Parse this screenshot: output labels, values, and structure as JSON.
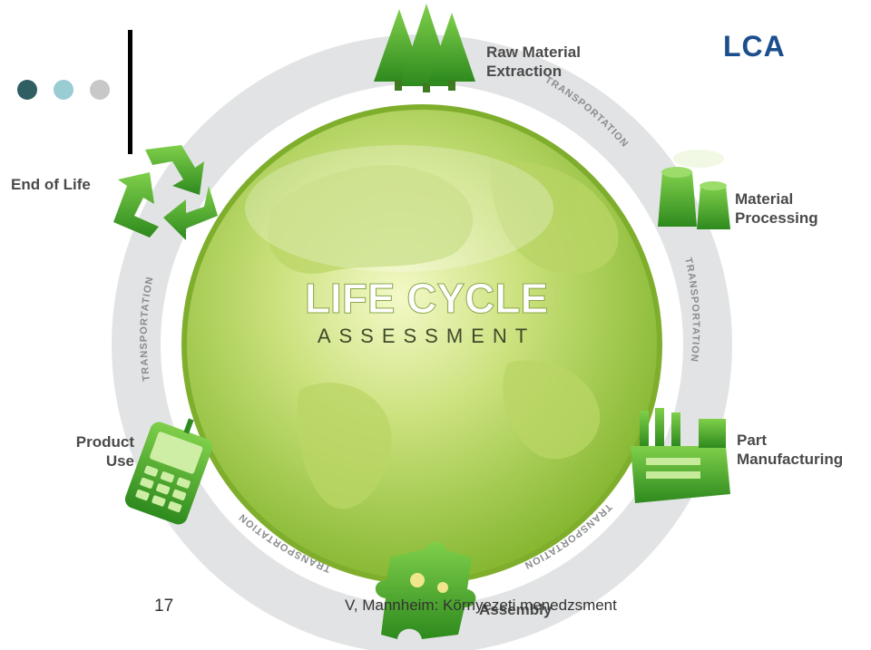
{
  "slide": {
    "title": "LCA",
    "page_number": "17",
    "footer": "V, Mannheim: Környezeti menedzsment"
  },
  "diagram": {
    "center_title": "LIFE CYCLE",
    "center_subtitle": "ASSESSMENT",
    "stages": [
      {
        "line1": "Raw Material",
        "line2": "Extraction"
      },
      {
        "line1": "Material",
        "line2": "Processing"
      },
      {
        "line1": "Part",
        "line2": "Manufacturing"
      },
      {
        "line1": "Assembly",
        "line2": ""
      },
      {
        "line1": "Product",
        "line2": "Use"
      },
      {
        "line1": "End of Life",
        "line2": ""
      }
    ],
    "transport_label": "TRANSPORTATION"
  },
  "colors": {
    "title_blue": "#1b4e8c",
    "dot_dark": "#2f5f63",
    "dot_light": "#99ccd3",
    "dot_grey": "#c8c8c8",
    "ring_grey": "#e2e3e4",
    "globe_green": "#a9cd4a",
    "icon_green": "#4fa82e"
  },
  "icons": [
    "tree-icon",
    "factory-tower-icon",
    "factory-icon",
    "puzzle-icon",
    "phone-icon",
    "recycle-icon"
  ]
}
